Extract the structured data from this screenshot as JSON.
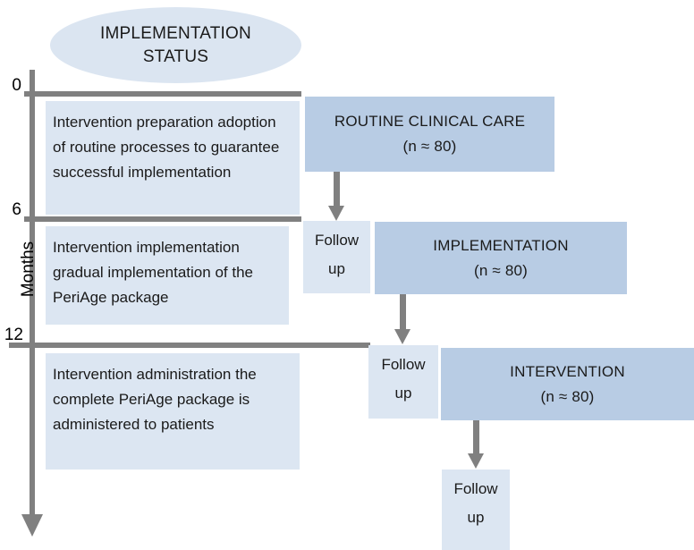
{
  "title_ellipse": {
    "line1": "IMPLEMENTATION",
    "line2": "STATUS"
  },
  "timeline": {
    "axis_title": "Months",
    "ticks": [
      {
        "label": "0"
      },
      {
        "label": "6"
      },
      {
        "label": "12"
      }
    ]
  },
  "phases": [
    {
      "title": "Intervention preparation",
      "desc": "adoption of routine processes to guarantee successful implementation"
    },
    {
      "title": "Intervention implementation",
      "desc": "gradual implementation of the PeriAge package"
    },
    {
      "title": "Intervention administration",
      "desc": "the complete PeriAge package is administered to patients"
    }
  ],
  "arms": [
    {
      "name": "ROUTINE CLINICAL CARE",
      "n": "(n ≈ 80)"
    },
    {
      "name": "IMPLEMENTATION",
      "n": "(n ≈ 80)"
    },
    {
      "name": "INTERVENTION",
      "n": "(n ≈ 80)"
    }
  ],
  "followups": [
    {
      "line1": "Follow",
      "line2": "up"
    },
    {
      "line1": "Follow",
      "line2": "up"
    },
    {
      "line1": "Follow",
      "line2": "up"
    }
  ],
  "colors": {
    "light_blue": "#dce6f2",
    "dark_blue": "#b8cce4",
    "gray": "#808080",
    "text": "#1a1a1a"
  }
}
